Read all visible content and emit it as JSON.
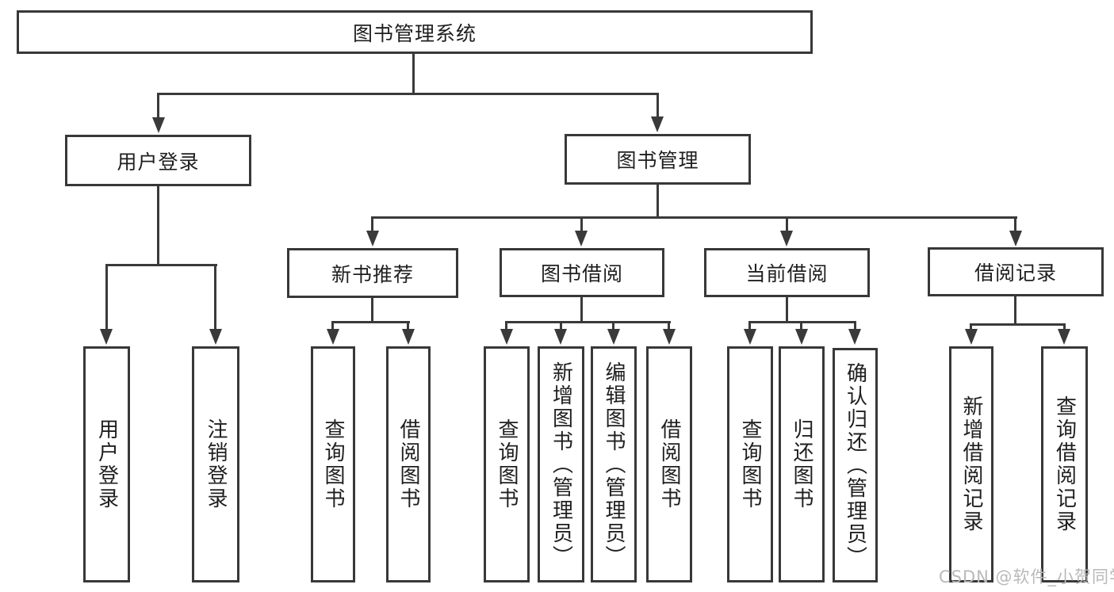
{
  "page": {
    "background_color": "#ffffff",
    "line_color": "#3a3a3a",
    "box_border_color": "#383838",
    "text_color": "#1f1f1f",
    "watermark_color": "#b9b9b9"
  },
  "diagram": {
    "type": "hierarchy-tree",
    "root": {
      "label": "图书管理系统"
    },
    "branches": [
      {
        "label": "用户登录",
        "children": [
          {
            "label": "用户登录"
          },
          {
            "label": "注销登录"
          }
        ]
      },
      {
        "label": "图书管理",
        "children": [
          {
            "label": "新书推荐",
            "children": [
              {
                "label": "查询图书"
              },
              {
                "label": "借阅图书"
              }
            ]
          },
          {
            "label": "图书借阅",
            "children": [
              {
                "label": "查询图书"
              },
              {
                "label": "新增图书（管理员）"
              },
              {
                "label": "编辑图书（管理员）"
              },
              {
                "label": "借阅图书"
              }
            ]
          },
          {
            "label": "当前借阅",
            "children": [
              {
                "label": "查询图书"
              },
              {
                "label": "归还图书"
              },
              {
                "label": "确认归还（管理员）"
              }
            ]
          },
          {
            "label": "借阅记录",
            "children": [
              {
                "label": "新增借阅记录"
              },
              {
                "label": "查询借阅记录"
              }
            ]
          }
        ]
      }
    ]
  },
  "watermark": {
    "text": "CSDN @软件_小贺同学"
  }
}
